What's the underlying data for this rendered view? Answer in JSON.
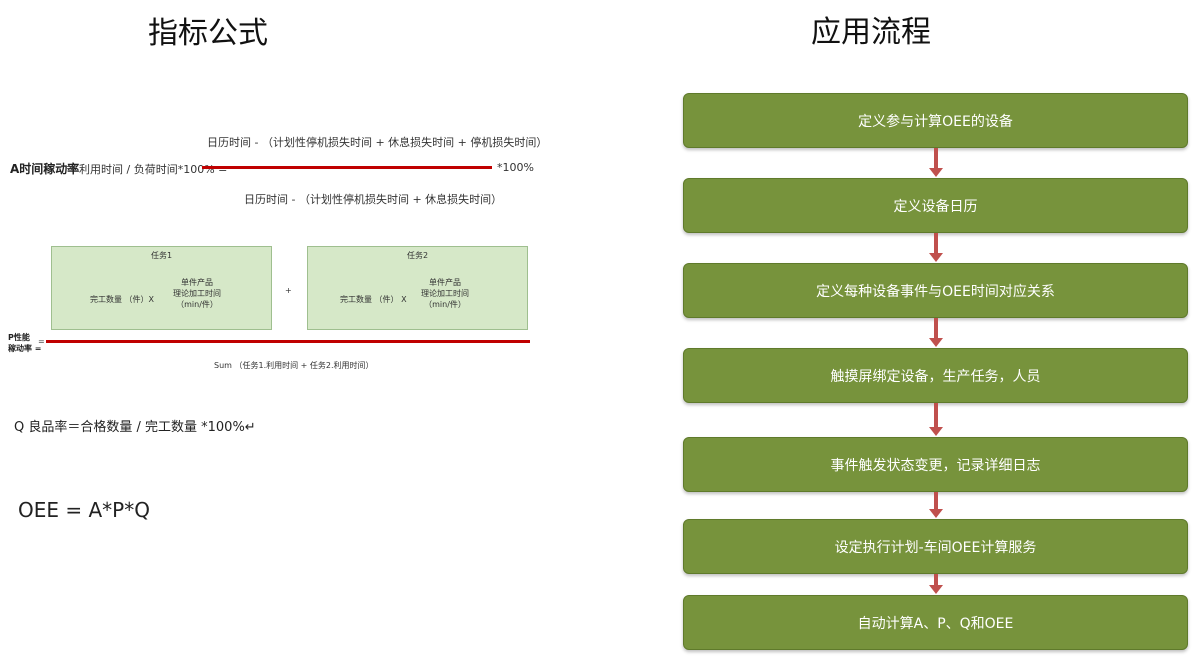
{
  "left": {
    "title": "指标公式",
    "a_formula": {
      "lhs": "A时间稼动率",
      "equals": "=",
      "mid": "利用时间 / 负荷时间*100% =",
      "numerator": "日历时间 - （计划性停机损失时间 + 休息损失时间 + 停机损失时间）",
      "denominator": "日历时间 - （计划性停机损失时间 + 休息损失时间）",
      "suffix": "*100%"
    },
    "p_formula": {
      "lhs_line1": "P性能",
      "lhs_line2": "稼动率 =",
      "equals": "=",
      "plus": "+",
      "tasks": [
        {
          "name": "任务1",
          "left": "完工数量 （件）X",
          "right_line1": "单件产品",
          "right_line2": "理论加工时间",
          "right_line3": "（min/件）"
        },
        {
          "name": "任务2",
          "left": "完工数量 （件） X",
          "right_line1": "单件产品",
          "right_line2": "理论加工时间",
          "right_line3": "（min/件）"
        }
      ],
      "denominator": "Sum （任务1.利用时间  +  任务2.利用时间）"
    },
    "q_formula": "Q 良品率＝合格数量 / 完工数量 *100%↵",
    "oee_formula": "OEE = A*P*Q"
  },
  "right": {
    "title": "应用流程",
    "steps": [
      "定义参与计算OEE的设备",
      "定义设备日历",
      "定义每种设备事件与OEE时间对应关系",
      "触摸屏绑定设备，生产任务，人员",
      "事件触发状态变更，记录详细日志",
      "设定执行计划-车间OEE计算服务",
      "自动计算A、P、Q和OEE"
    ]
  },
  "colors": {
    "step_fill": "#77933c",
    "arrow": "#c0504d",
    "formula_line": "#c00000",
    "task_fill": "#d6e8c8"
  }
}
